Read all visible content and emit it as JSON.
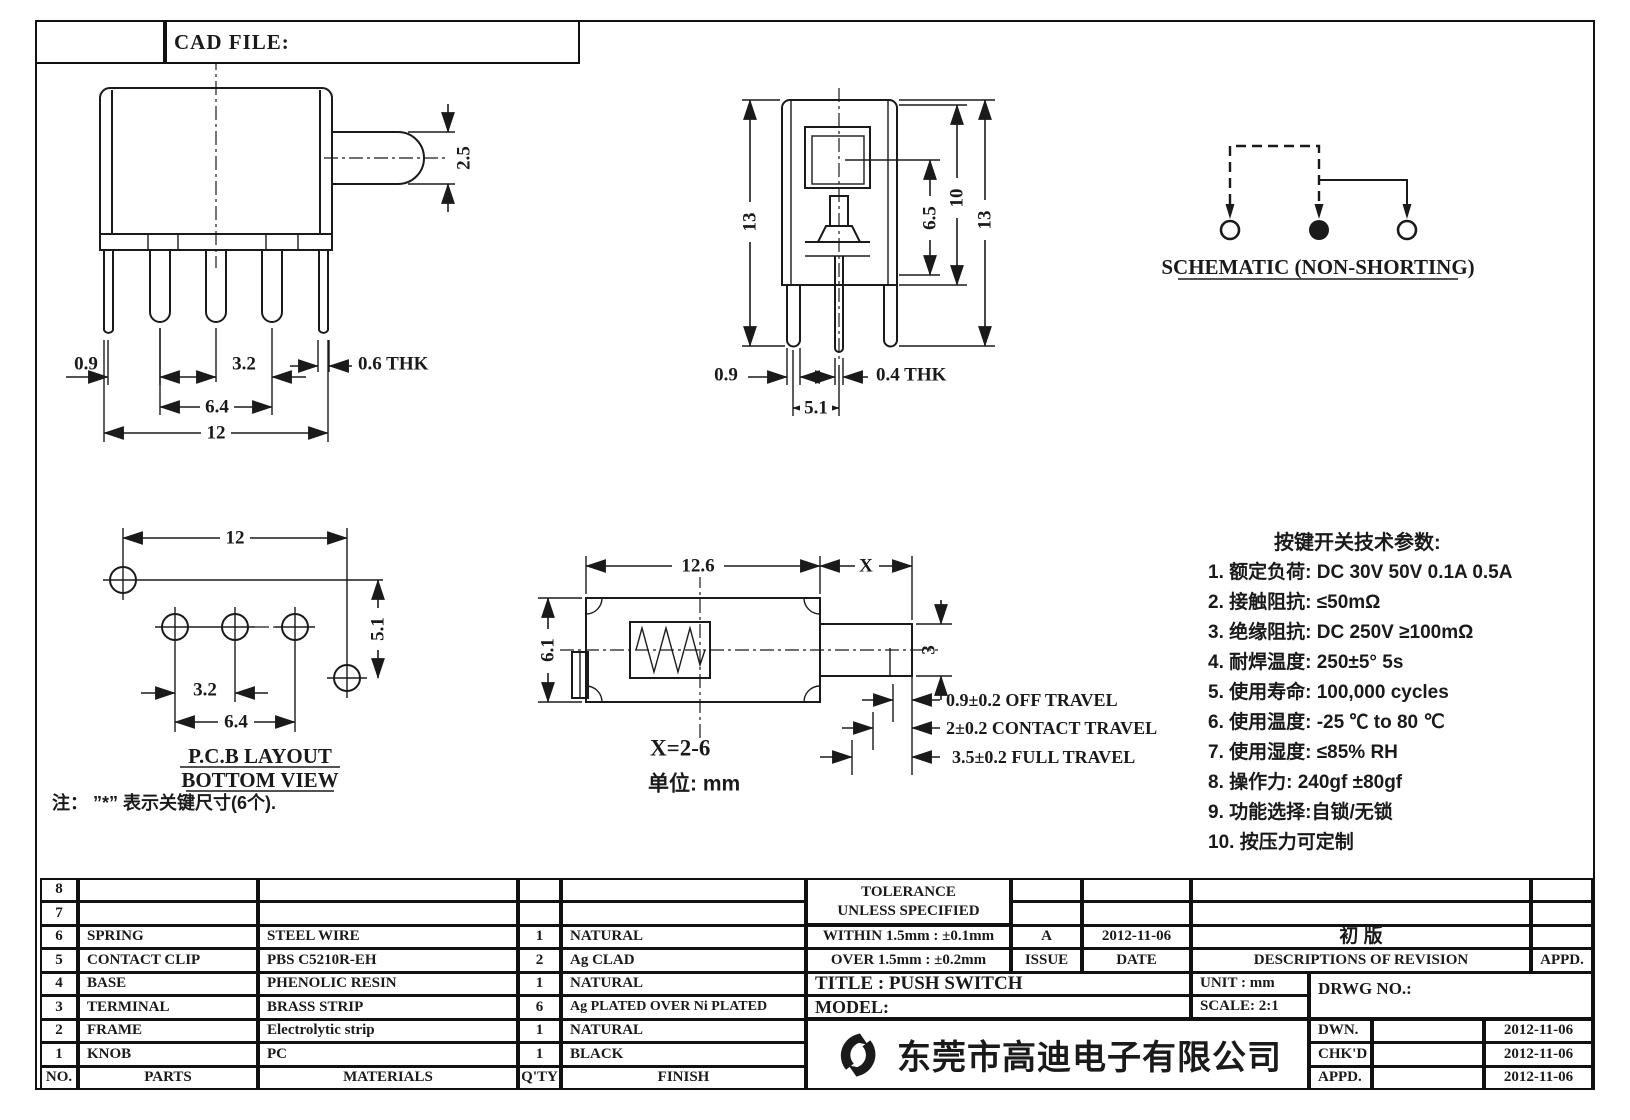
{
  "colors": {
    "ink": "#1a1a1a",
    "paper": "#ffffff"
  },
  "header": {
    "cad_file": "CAD FILE:"
  },
  "front": {
    "d_knob": "2.5",
    "d_off": "0.9",
    "d_pitch": "3.2",
    "d_thk": "0.6 THK",
    "d_span": "6.4",
    "d_total": "12"
  },
  "side": {
    "d_h_left": "13",
    "d_h10": "10",
    "d_h65": "6.5",
    "d_h_right": "13",
    "d_off": "0.9",
    "d_thk": "0.4 THK",
    "d_pitch": "5.1"
  },
  "schematic": {
    "label": "SCHEMATIC (NON-SHORTING)"
  },
  "pcb": {
    "d_w": "12",
    "d_h": "5.1",
    "d_p1": "3.2",
    "d_p2": "6.4",
    "title": "P.C.B LAYOUT",
    "subtitle": "BOTTOM VIEW"
  },
  "top": {
    "d_len": "12.6",
    "d_x": "X",
    "d_h": "6.1",
    "d_knob": "3",
    "t_off": "0.9±0.2 OFF TRAVEL",
    "t_contact": "2±0.2 CONTACT TRAVEL",
    "t_full": "3.5±0.2 FULL TRAVEL",
    "x_range": "X=2-6",
    "unit": "单位: mm"
  },
  "note": "注： ”*”  表示关键尺寸(6个).",
  "params": {
    "title": "按键开关技术参数:",
    "items": [
      "1.  额定负荷: DC 30V 50V    0.1A  0.5A",
      "2.  接触阻抗:  ≤50mΩ",
      "3.  绝缘阻抗: DC 250V  ≥100mΩ",
      "4.  耐焊温度: 250±5°   5s",
      "5.  使用寿命: 100,000 cycles",
      "6.  使用温度: -25 ℃  to 80 ℃",
      "7.  使用湿度:  ≤85% RH",
      "8.  操作力: 240gf  ±80gf",
      "9.  功能选择:自锁/无锁",
      "10. 按压力可定制"
    ]
  },
  "parts": {
    "rows": [
      {
        "no": "8",
        "parts": "",
        "materials": "",
        "qty": "",
        "finish": ""
      },
      {
        "no": "7",
        "parts": "",
        "materials": "",
        "qty": "",
        "finish": ""
      },
      {
        "no": "6",
        "parts": "SPRING",
        "materials": "STEEL WIRE",
        "qty": "1",
        "finish": "NATURAL"
      },
      {
        "no": "5",
        "parts": "CONTACT CLIP",
        "materials": "PBS C5210R-EH",
        "qty": "2",
        "finish": "Ag CLAD"
      },
      {
        "no": "4",
        "parts": "BASE",
        "materials": "PHENOLIC RESIN",
        "qty": "1",
        "finish": "NATURAL"
      },
      {
        "no": "3",
        "parts": "TERMINAL",
        "materials": "BRASS STRIP",
        "qty": "6",
        "finish": "Ag PLATED OVER Ni PLATED"
      },
      {
        "no": "2",
        "parts": "FRAME",
        "materials": "Electrolytic strip",
        "qty": "1",
        "finish": "NATURAL"
      },
      {
        "no": "1",
        "parts": "KNOB",
        "materials": "PC",
        "qty": "1",
        "finish": "BLACK"
      }
    ],
    "footer": {
      "no": "NO.",
      "parts": "PARTS",
      "materials": "MATERIALS",
      "qty": "Q'TY",
      "finish": "FINISH"
    }
  },
  "tblock": {
    "tol1": "TOLERANCE",
    "tol2": "UNLESS  SPECIFIED",
    "within": "WITHIN 1.5mm : ±0.1mm",
    "over": "OVER 1.5mm : ±0.2mm",
    "issue_val": "A",
    "date_val": "2012-11-06",
    "rev_val": "初 版",
    "issue": "ISSUE",
    "date": "DATE",
    "desc": "DESCRIPTIONS OF REVISION",
    "appd": "APPD.",
    "title": "TITLE :   PUSH  SWITCH",
    "unit": "UNIT :   mm",
    "model": "MODEL:",
    "scale": "SCALE:   2:1",
    "drwg": "DRWG NO.:",
    "dwn": "DWN.",
    "chkd": "CHK'D",
    "appd2": "APPD.",
    "date1": "2012-11-06",
    "date2": "2012-11-06",
    "date3": "2012-11-06",
    "company": "东莞市高迪电子有限公司"
  }
}
